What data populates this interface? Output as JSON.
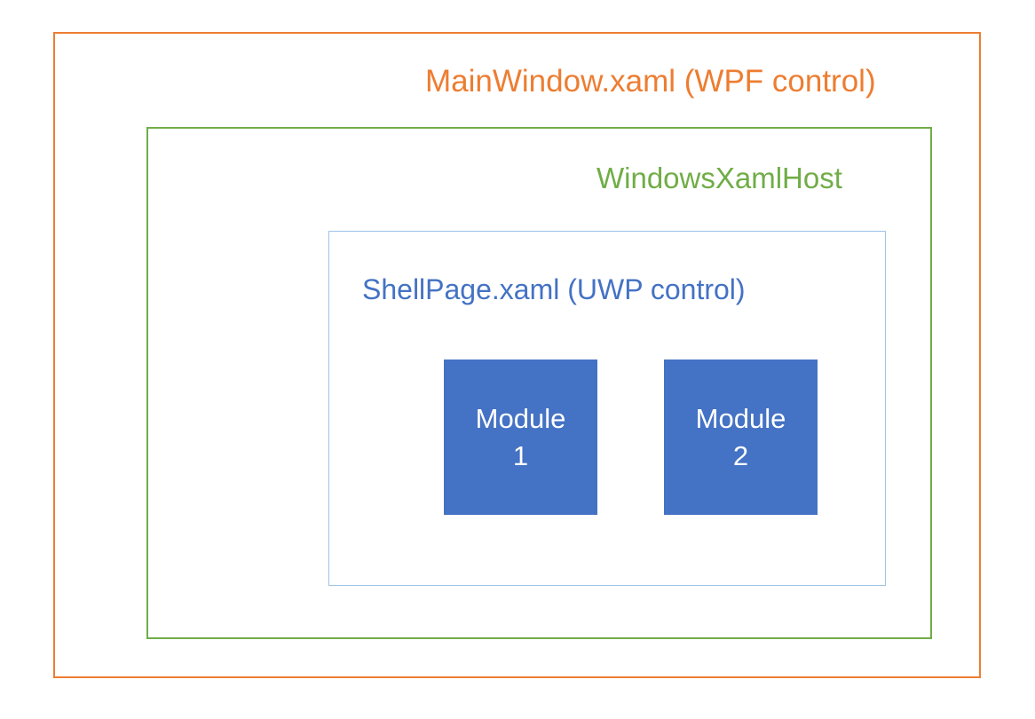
{
  "diagram": {
    "outer_box": {
      "label": "MainWindow.xaml (WPF control)",
      "border_color": "#ED7D31"
    },
    "host_box": {
      "label": "WindowsXamlHost",
      "border_color": "#70AD47"
    },
    "shell_box": {
      "label": "ShellPage.xaml (UWP control)",
      "border_color": "#9DC3E6",
      "text_color": "#4472C4"
    },
    "modules": [
      {
        "line1": "Module",
        "line2": "1"
      },
      {
        "line1": "Module",
        "line2": "2"
      }
    ],
    "colors": {
      "orange": "#ED7D31",
      "green": "#70AD47",
      "blue": "#4472C4",
      "light_blue": "#9DC3E6",
      "module_text": "#FFFFFF"
    }
  }
}
